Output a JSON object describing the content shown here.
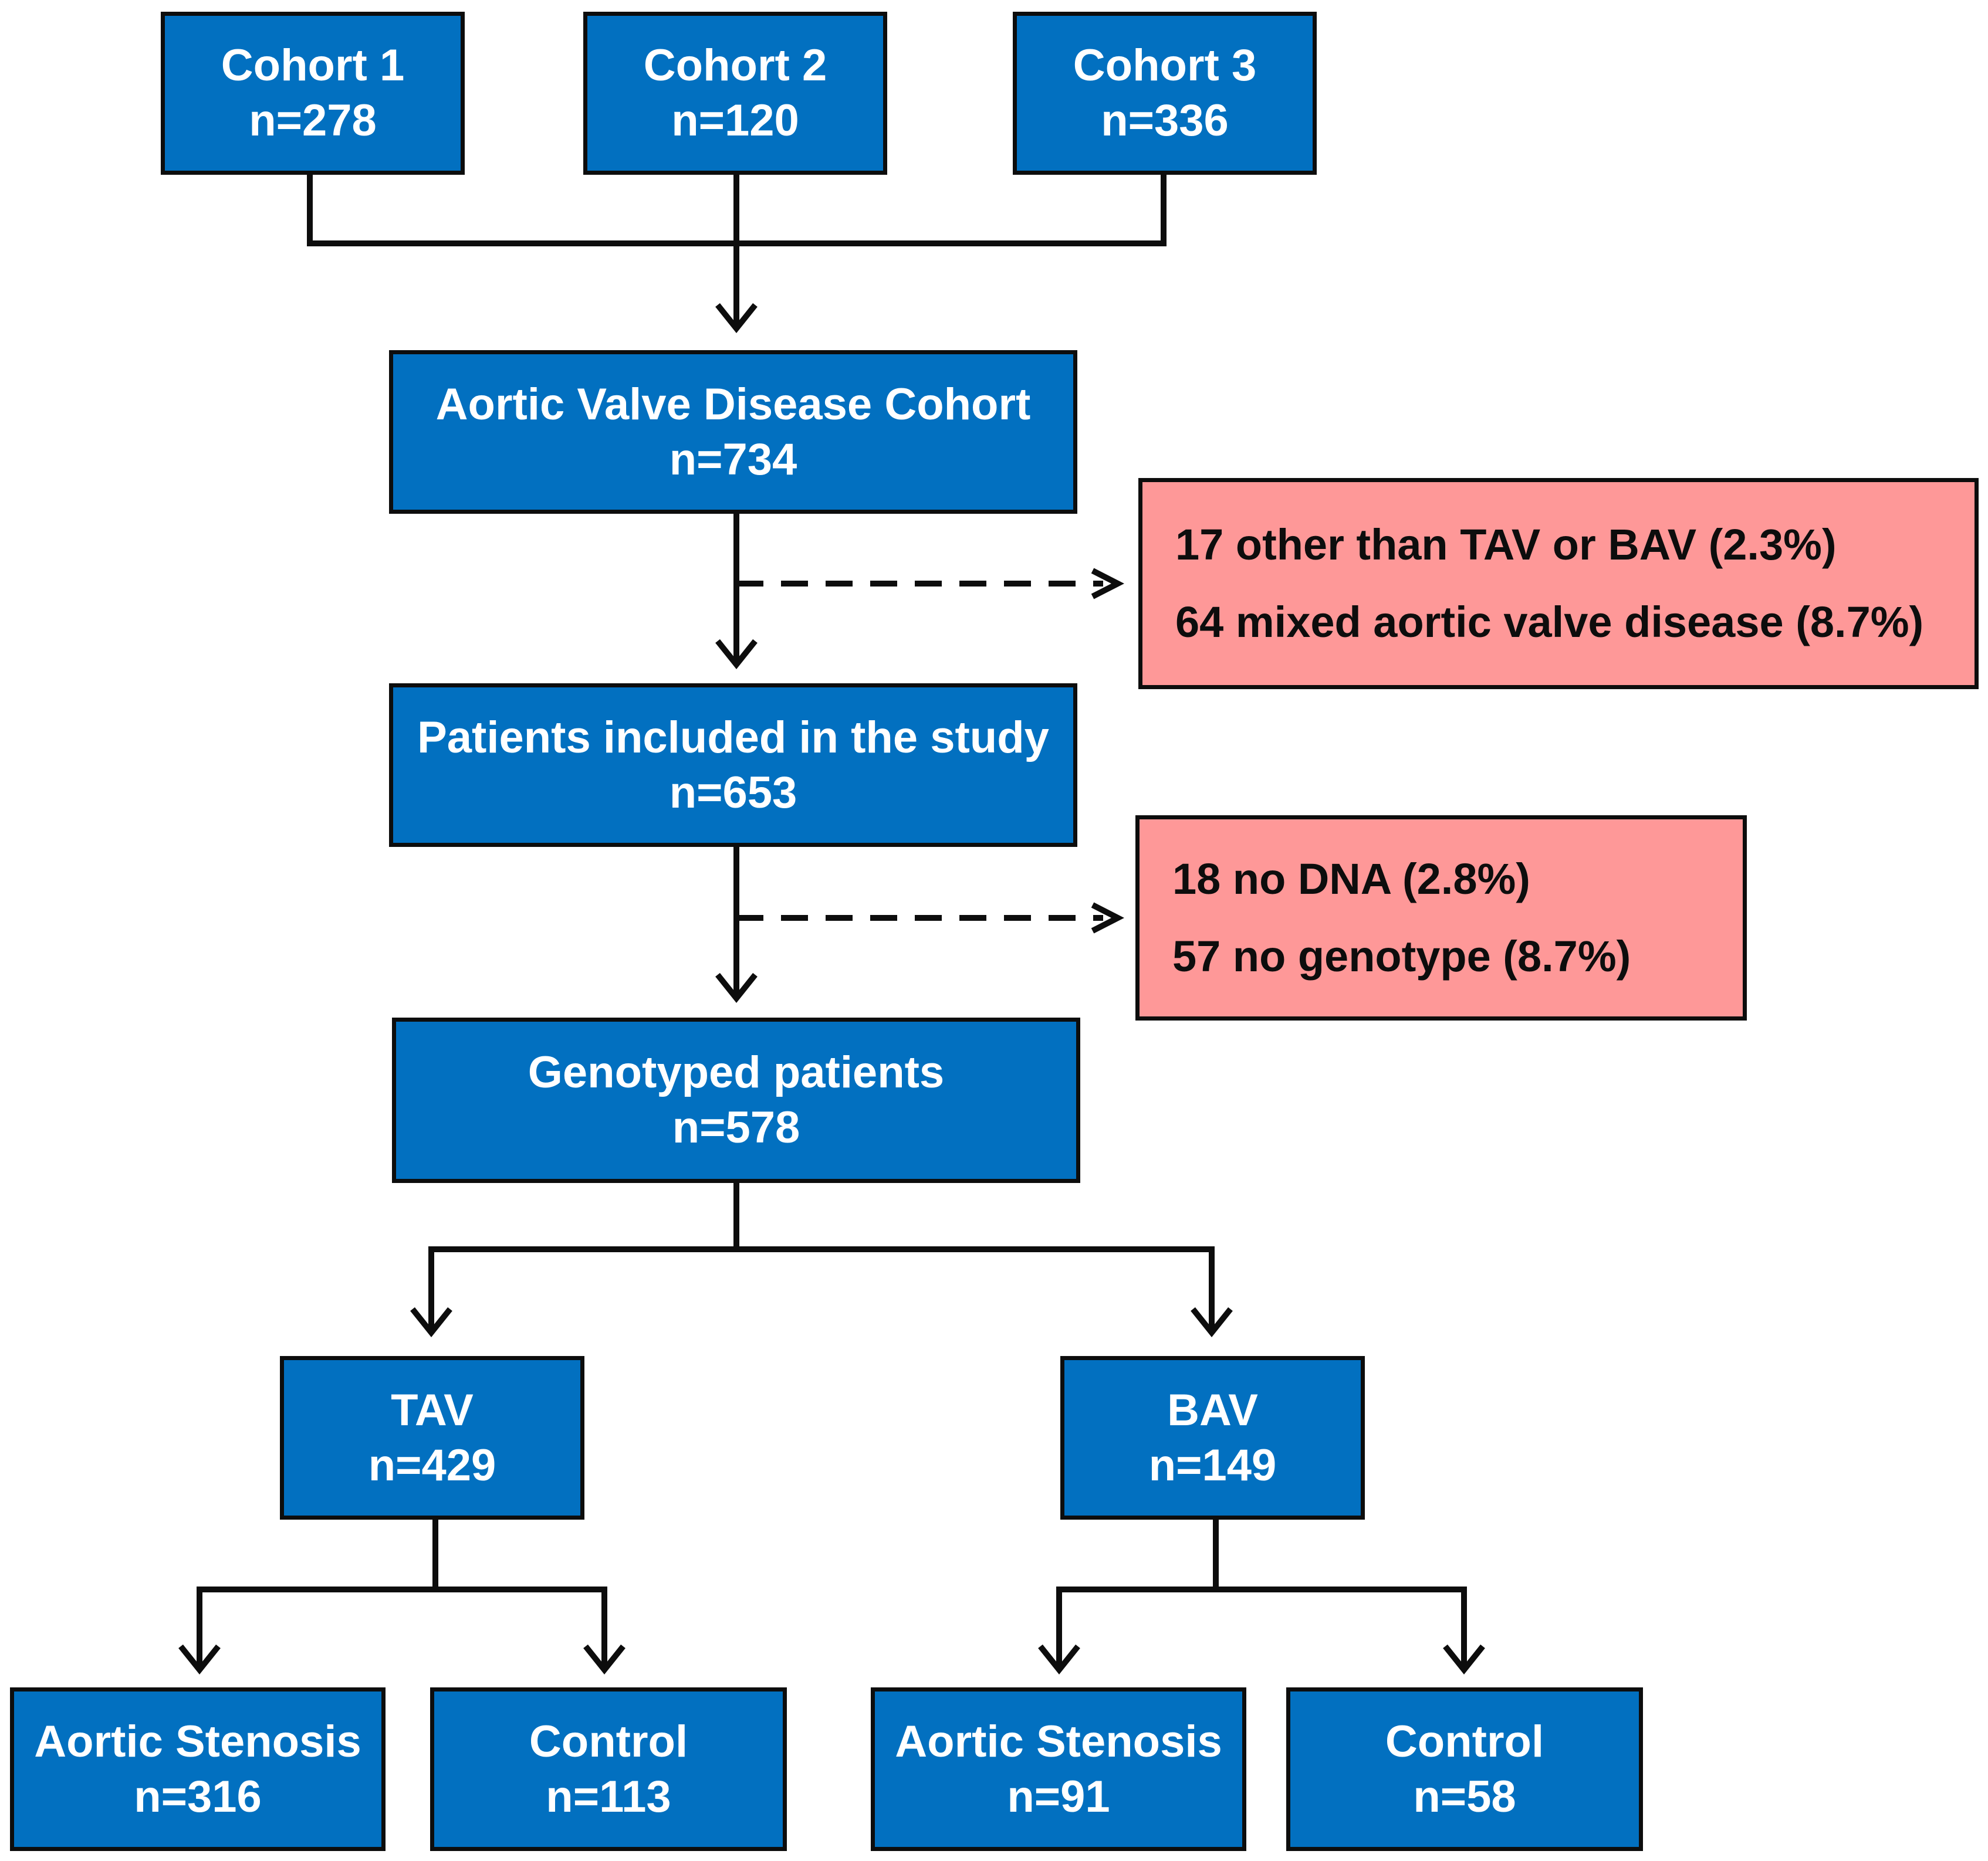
{
  "colors": {
    "box_fill": "#0270c0",
    "exclusion_fill": "#fe9898",
    "border": "#0d0d0d",
    "box_text": "#ffffff"
  },
  "nodes": {
    "cohort1": {
      "title": "Cohort 1",
      "count": "n=278"
    },
    "cohort2": {
      "title": "Cohort 2",
      "count": "n=120"
    },
    "cohort3": {
      "title": "Cohort 3",
      "count": "n=336"
    },
    "avd": {
      "title": "Aortic Valve Disease Cohort",
      "count": "n=734"
    },
    "included": {
      "title": "Patients included in the study",
      "count": "n=653"
    },
    "genotyped": {
      "title": "Genotyped patients",
      "count": "n=578"
    },
    "tav": {
      "title": "TAV",
      "count": "n=429"
    },
    "bav": {
      "title": "BAV",
      "count": "n=149"
    },
    "tav_as": {
      "title": "Aortic Stenosis",
      "count": "n=316"
    },
    "tav_control": {
      "title": "Control",
      "count": "n=113"
    },
    "bav_as": {
      "title": "Aortic Stenosis",
      "count": "n=91"
    },
    "bav_control": {
      "title": "Control",
      "count": "n=58"
    }
  },
  "exclusions": {
    "first": {
      "line1": "17 other than TAV or BAV (2.3%)",
      "line2": "64 mixed aortic valve disease (8.7%)"
    },
    "second": {
      "line1": "18 no DNA (2.8%)",
      "line2": "57 no genotype (8.7%)"
    }
  }
}
